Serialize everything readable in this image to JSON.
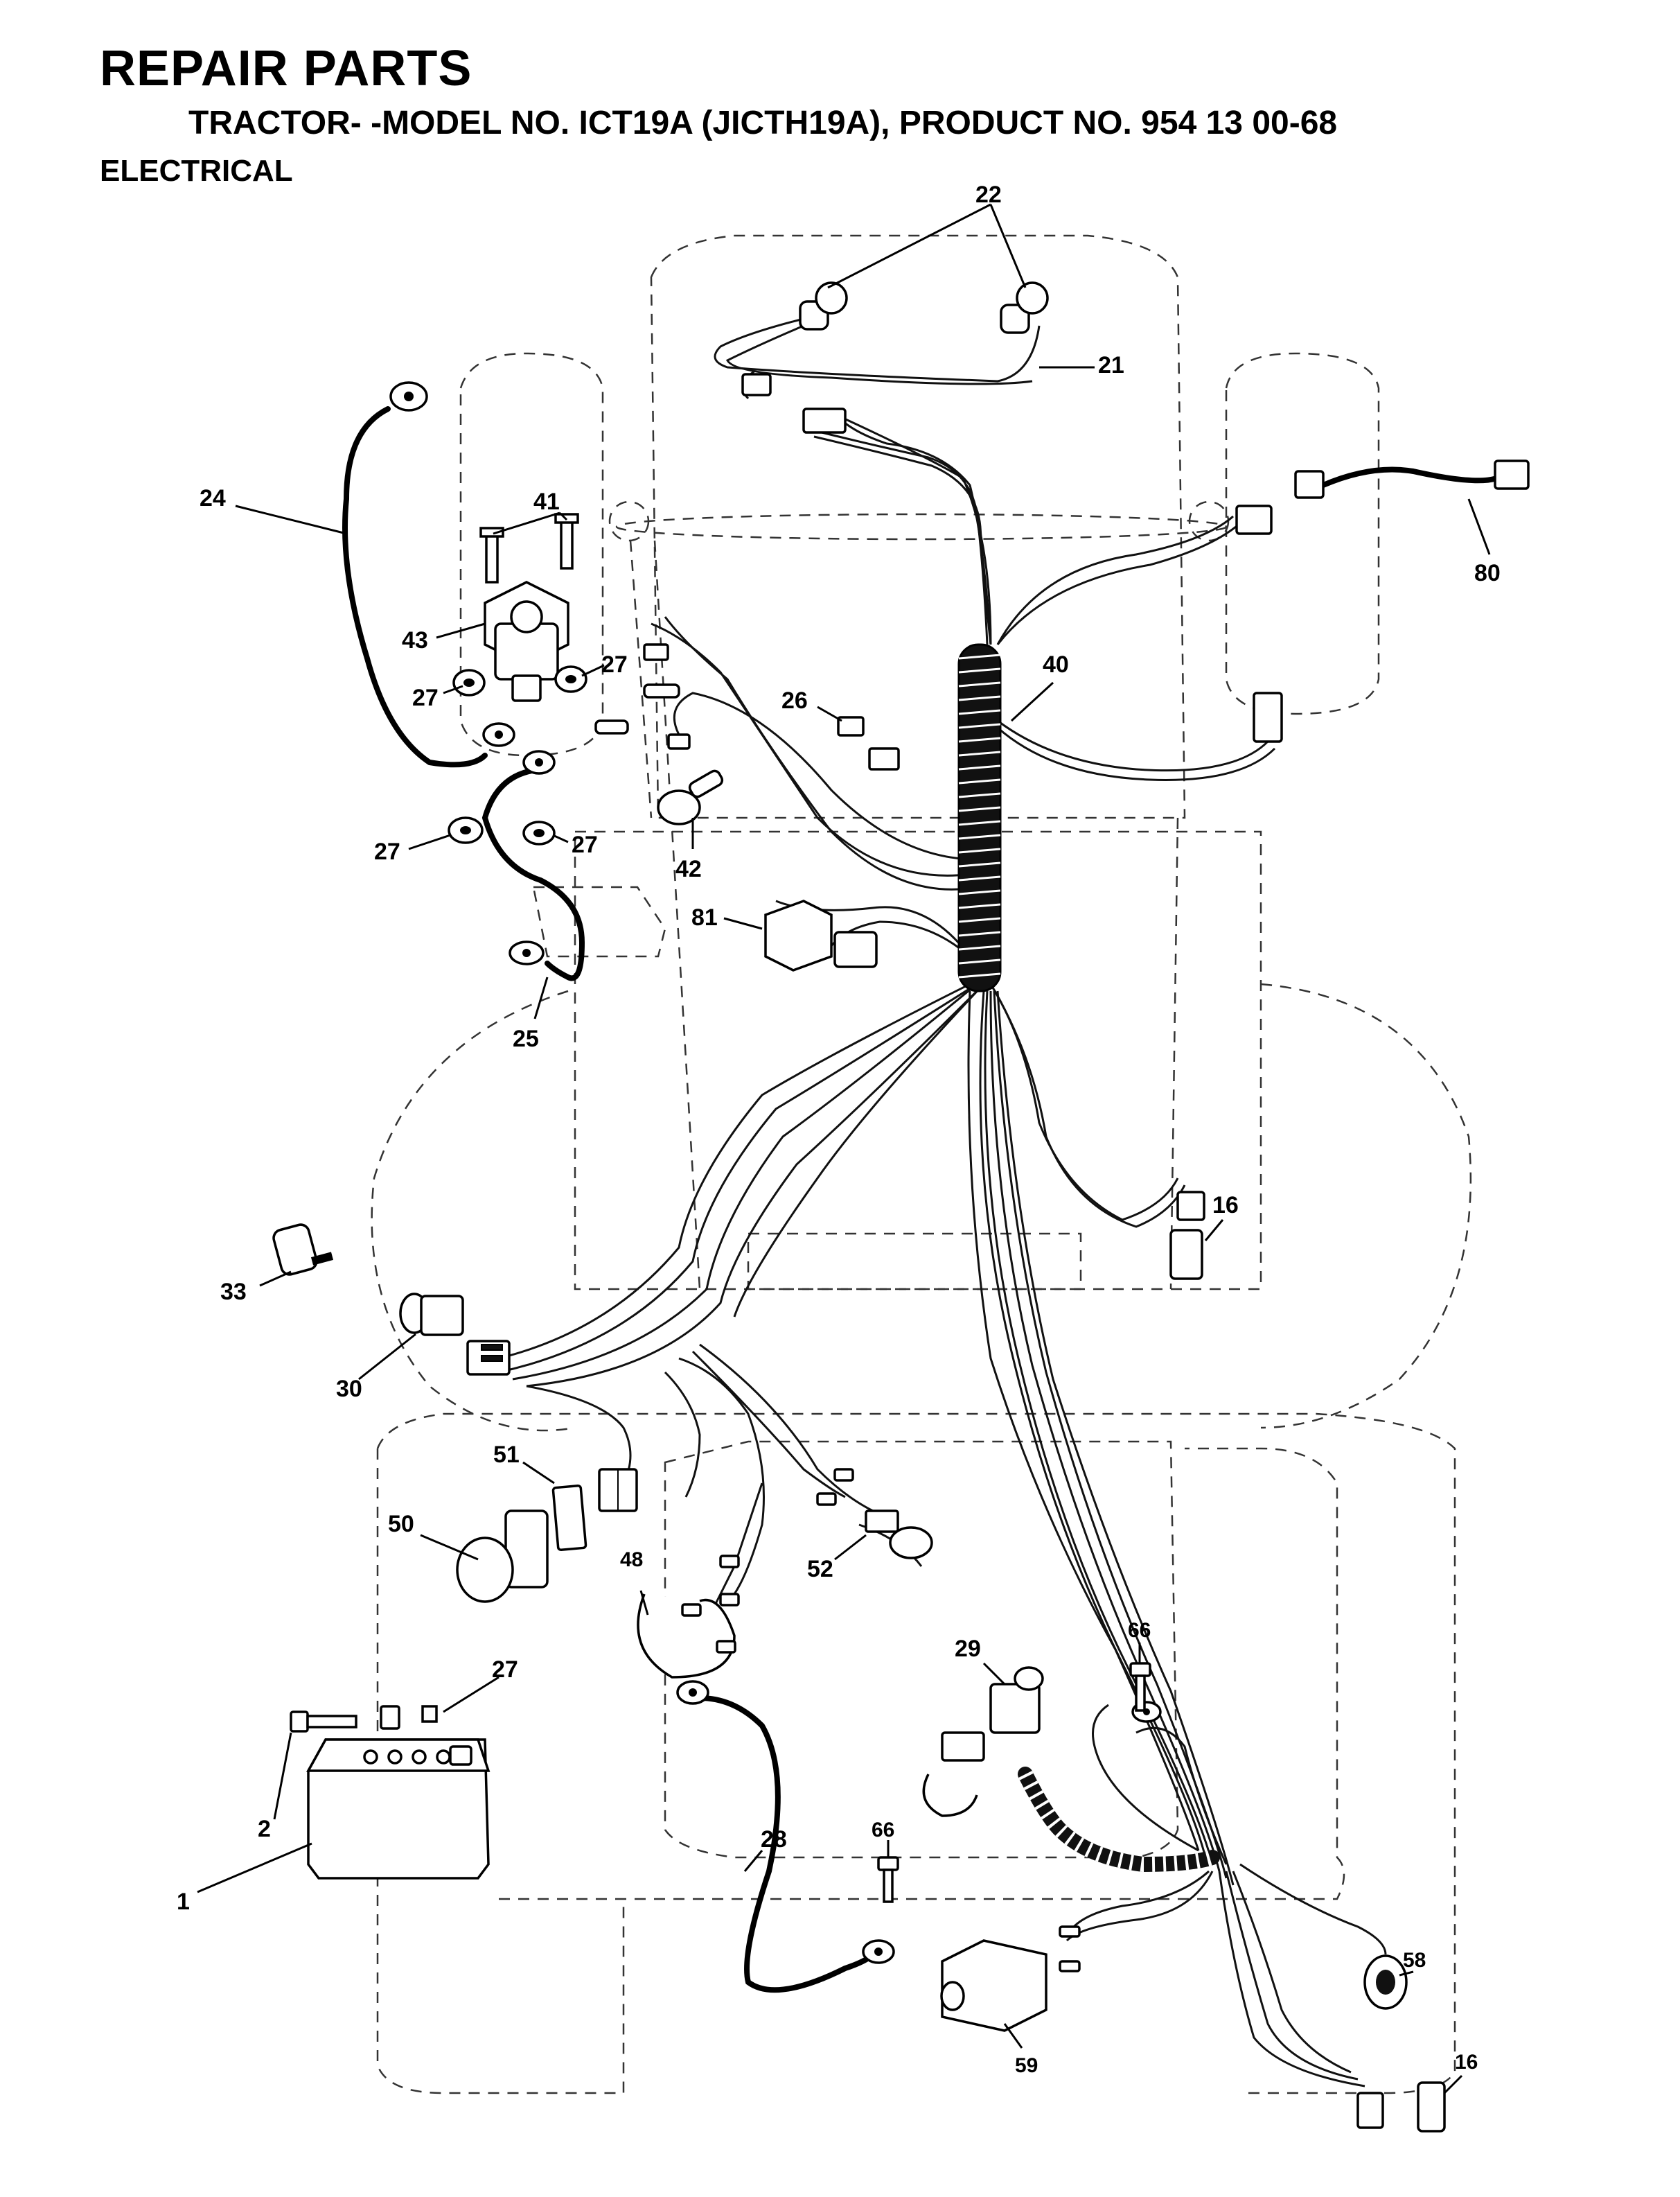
{
  "header": {
    "title": "REPAIR PARTS",
    "subtitle": "TRACTOR- -MODEL NO. ICT19A (JICTH19A), PRODUCT NO. 954 13  00-68",
    "section": "ELECTRICAL"
  },
  "callouts": {
    "c1": "1",
    "c2": "2",
    "c16a": "16",
    "c16b": "16",
    "c21": "21",
    "c22": "22",
    "c24": "24",
    "c25": "25",
    "c26": "26",
    "c27a": "27",
    "c27b": "27",
    "c27c": "27",
    "c27d": "27",
    "c27e": "27",
    "c28": "28",
    "c29": "29",
    "c30": "30",
    "c33": "33",
    "c40": "40",
    "c41": "41",
    "c42": "42",
    "c43": "43",
    "c48": "48",
    "c50": "50",
    "c51": "51",
    "c52": "52",
    "c58": "58",
    "c59": "59",
    "c66a": "66",
    "c66b": "66",
    "c80": "80",
    "c81": "81"
  }
}
